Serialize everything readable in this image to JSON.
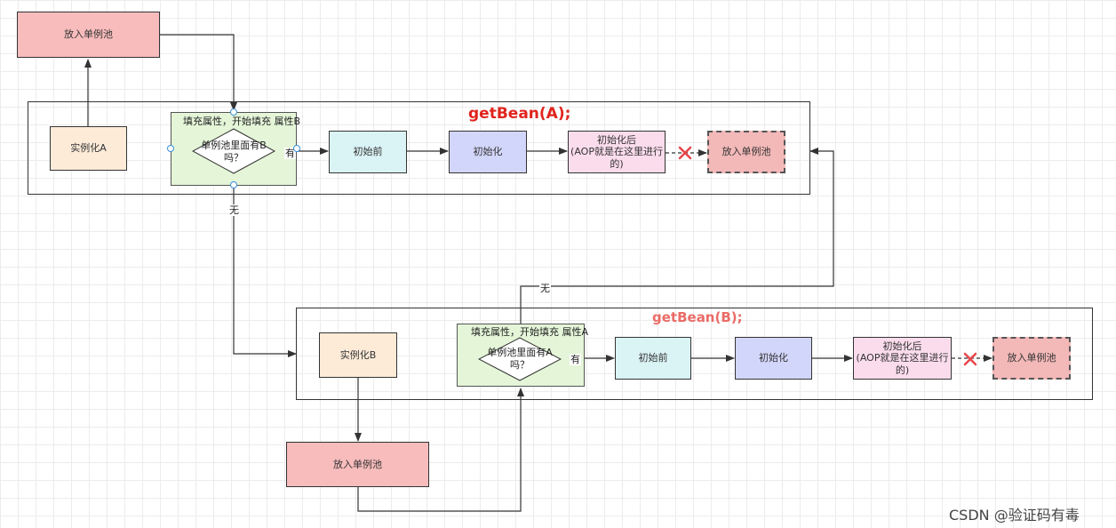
{
  "top": {
    "title": "getBean(A);",
    "title_color": "#e0241d",
    "put_singleton_above": "放入单例池",
    "instantiate": "实例化A",
    "fill_attr": "填充属性，开始填充 属性B",
    "decision": "单例池里面有B吗？",
    "yes_label": "有",
    "no_label": "无",
    "before_init": "初始前",
    "init": "初始化",
    "after_init": "初始化后\n(AOP就是在这里进行的)",
    "put_singleton": "放入单例池"
  },
  "bottom": {
    "title": "getBean(B);",
    "title_color": "#ea6b66",
    "instantiate": "实例化B",
    "fill_attr": "填充属性，开始填充 属性A",
    "decision": "单例池里面有A吗？",
    "yes_label": "有",
    "no_label": "无",
    "before_init": "初始前",
    "init": "初始化",
    "after_init": "初始化后\n(AOP就是在这里进行的)",
    "put_singleton": "放入单例池",
    "put_singleton_below": "放入单例池"
  },
  "watermark": "CSDN @验证码有毒"
}
